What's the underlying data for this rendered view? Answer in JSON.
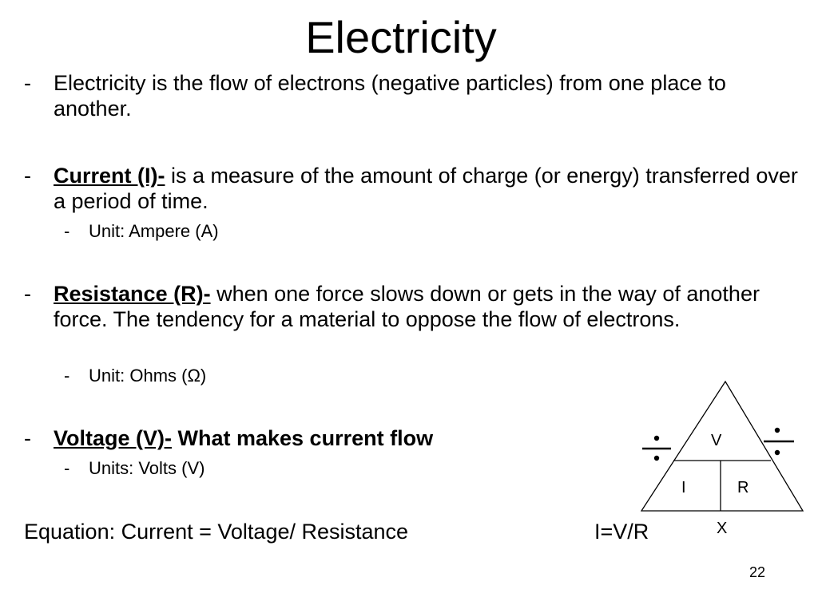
{
  "slide": {
    "title": "Electricity",
    "page_number": "22"
  },
  "bullets": [
    {
      "dash": "-",
      "text": "Electricity is the flow of electrons (negative particles) from one place to another."
    },
    {
      "dash": "-",
      "term": "Current (I)-",
      "text": " is a measure of the amount of charge (or energy) transferred over a period of time.",
      "sub": {
        "dash": "-",
        "text": "Unit: Ampere (A)"
      }
    },
    {
      "dash": "-",
      "term": "Resistance (R)-",
      "text": " when one force slows down or gets in the way of another force. The tendency for a material to oppose the flow of electrons.",
      "sub": {
        "dash": "-",
        "text": "Unit: Ohms (Ω)"
      }
    },
    {
      "dash": "-",
      "term": "Voltage (V)-",
      "text": " What makes current flow",
      "sub": {
        "dash": "-",
        "text": "Units: Volts (V)"
      }
    }
  ],
  "equation": {
    "long": "Equation: Current = Voltage/ Resistance",
    "short": "I=V/R"
  },
  "triangle": {
    "top": "V",
    "bottom_left": "I",
    "bottom_right": "R",
    "below": "X"
  }
}
